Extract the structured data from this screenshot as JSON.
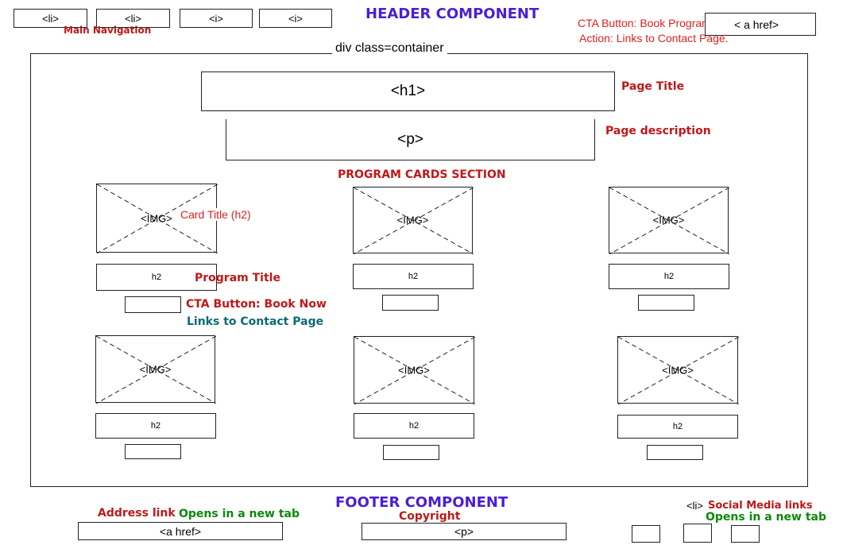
{
  "header": {
    "nav_items": [
      "<li>",
      "<li>",
      "<i>",
      "<i>"
    ],
    "nav_note": "Main Navigation",
    "title": "HEADER COMPONENT",
    "cta_note_line1": "CTA Button: Book Program",
    "cta_href": "< a href>",
    "cta_note_line2": "Action: Links to Contact Page."
  },
  "container": {
    "label": "div class=container",
    "h1": "<h1>",
    "h1_note": "Page Title",
    "p": "<p>",
    "p_note": "Page description",
    "cards_section_title": "PROGRAM CARDS SECTION",
    "card_title_note": "Card Title (h2)",
    "program_title_note": "Program Title",
    "cta_note_line1": "CTA Button: Book Now",
    "cta_note_line2": "Links to Contact Page",
    "img_label": "<IMG>",
    "h2_label": "h2"
  },
  "footer": {
    "title": "FOOTER COMPONENT",
    "address_note": "Address link",
    "address_newtab_note": "Opens in a new tab",
    "address_href": "<a href>",
    "copyright_note": "Copyright",
    "copyright_p": "<p>",
    "social_li": "<li>",
    "social_note": "Social Media links",
    "social_newtab_note": "Opens in a new tab"
  },
  "colors": {
    "annotation_red": "#e02020",
    "annotation_dark_red": "#c01818",
    "annotation_green": "#0a8a0a",
    "annotation_teal": "#0b6b73",
    "heading_indigo": "#4a1ed6"
  }
}
